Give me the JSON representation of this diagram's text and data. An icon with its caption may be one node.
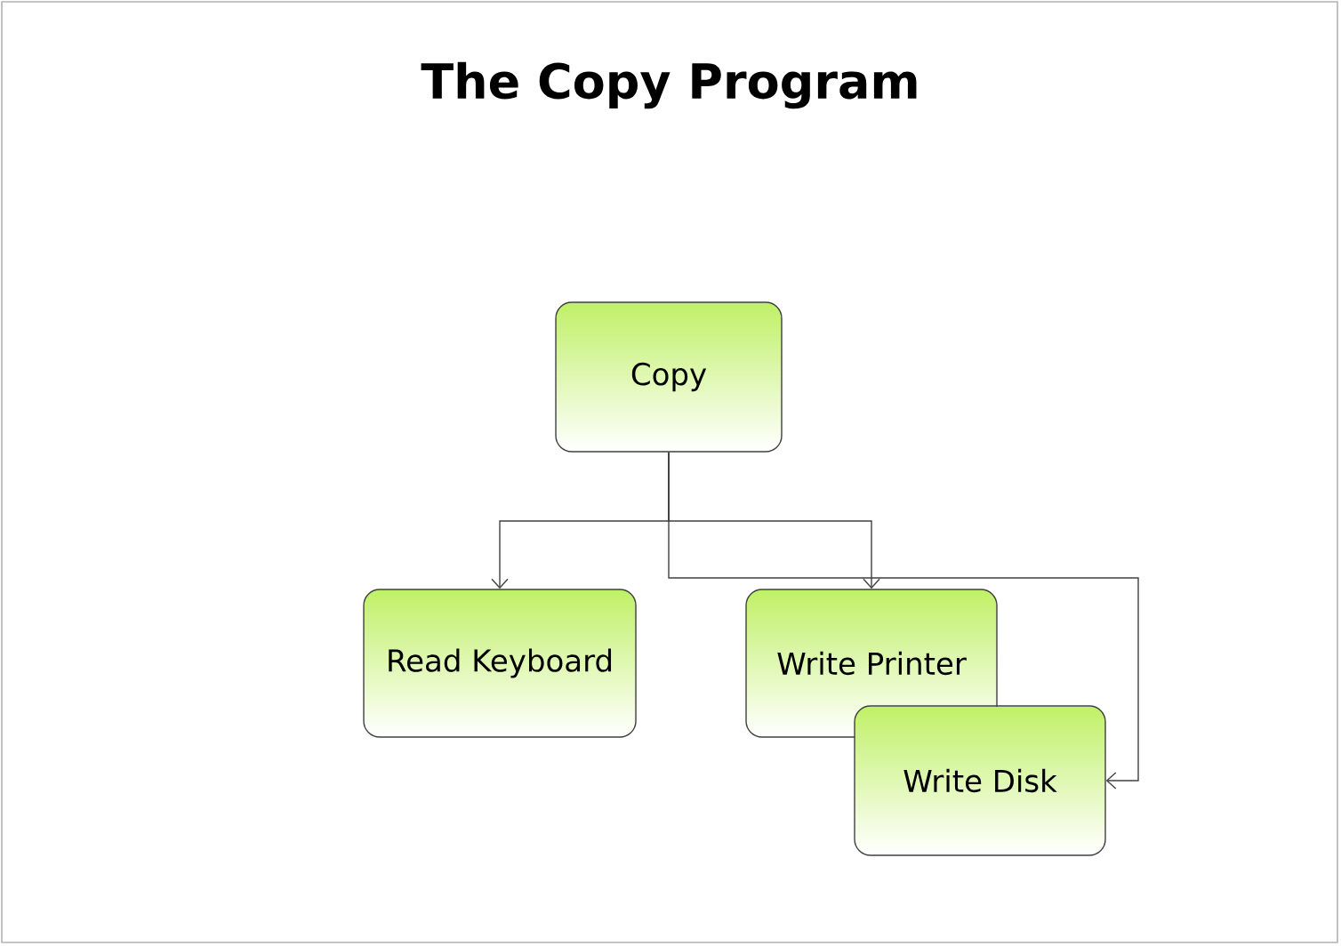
{
  "diagram": {
    "title": "The Copy Program",
    "nodes": [
      {
        "text": [
          "Copy"
        ]
      },
      {
        "text": [
          "Read Keyboard"
        ]
      },
      {
        "text": [
          "Write Printer"
        ]
      },
      {
        "text": [
          "Write Disk"
        ]
      }
    ],
    "edges": [
      {
        "from": 0,
        "to": 1,
        "arrow": "to"
      },
      {
        "from": 0,
        "to": 2,
        "arrow": "to"
      },
      {
        "from": 0,
        "to": 3,
        "arrow": "to"
      }
    ]
  }
}
